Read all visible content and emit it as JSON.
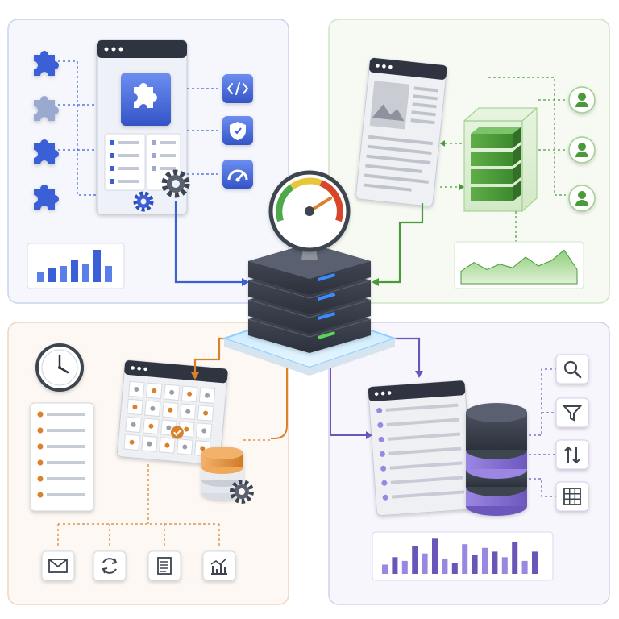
{
  "colors": {
    "blue": "#3b5fd6",
    "blue_light": "#5b7fe8",
    "green": "#4a9a3c",
    "green_light": "#7cc46a",
    "orange": "#d9822b",
    "orange_light": "#f0a95a",
    "purple": "#6a55b8",
    "purple_light": "#9a87e0",
    "slate": "#4a5160",
    "slate_dark": "#2f3440",
    "panel_border_blue": "#c9d4f2",
    "panel_border_green": "#cfe3c7",
    "panel_border_orange": "#f0d6bc",
    "panel_border_purple": "#d6cdef"
  },
  "panels": {
    "plugins": {
      "puzzle_icons": [
        "puzzle-icon",
        "puzzle-icon",
        "puzzle-icon",
        "puzzle-icon"
      ],
      "tool_icons": [
        "code-icon",
        "shield-icon",
        "gauge-icon"
      ],
      "bars": [
        0.3,
        0.45,
        0.5,
        0.7,
        0.55,
        1.0,
        0.5
      ]
    },
    "content": {
      "user_icons": [
        "user-icon",
        "user-icon",
        "user-icon"
      ],
      "area_series": [
        0.35,
        0.6,
        0.4,
        0.55,
        0.45,
        0.75,
        0.5,
        0.65,
        0.95,
        0.4
      ]
    },
    "scheduling": {
      "task_rows": 6,
      "action_icons": [
        "mail-icon",
        "refresh-icon",
        "document-icon",
        "chart-icon"
      ]
    },
    "query": {
      "tool_icons": [
        "search-icon",
        "filter-icon",
        "sort-icon",
        "grid-icon"
      ],
      "bars": [
        0.25,
        0.45,
        0.35,
        0.75,
        0.55,
        0.95,
        0.4,
        0.3,
        0.8,
        0.5,
        0.7,
        0.6,
        0.45,
        0.85,
        0.35,
        0.6
      ]
    }
  }
}
